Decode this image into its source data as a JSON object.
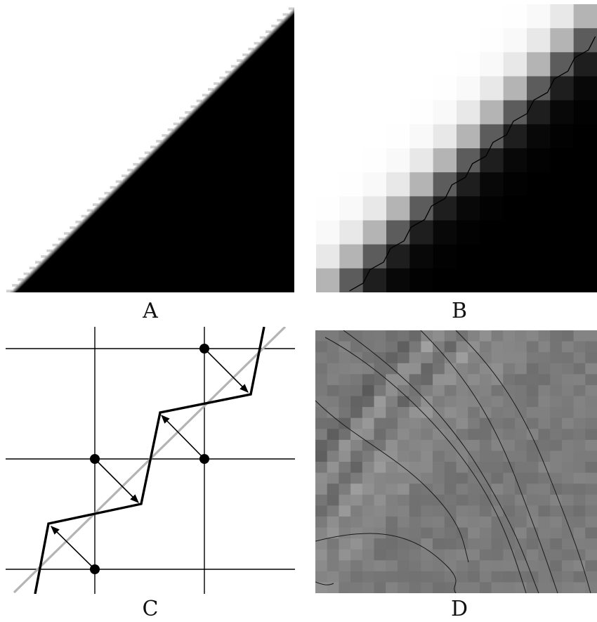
{
  "figure": {
    "panels": [
      {
        "id": "A",
        "label": "A"
      },
      {
        "id": "B",
        "label": "B"
      },
      {
        "id": "C",
        "label": "C"
      },
      {
        "id": "D",
        "label": "D"
      }
    ]
  }
}
